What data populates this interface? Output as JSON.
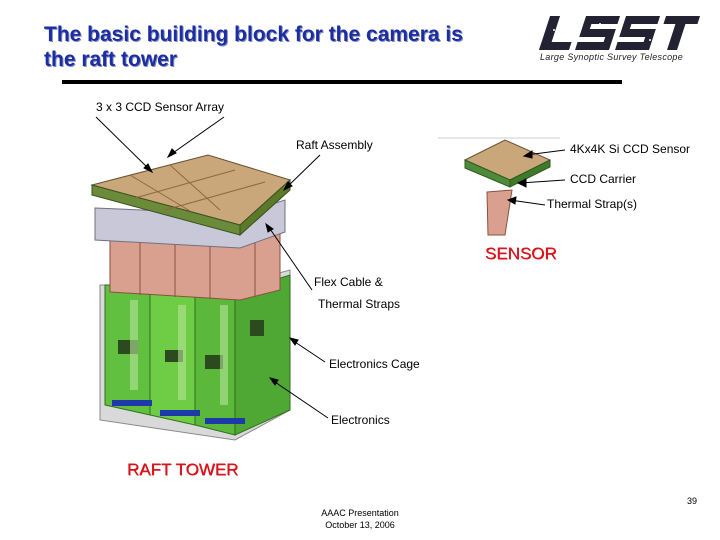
{
  "title": "The basic building block for the camera is the raft tower",
  "logo": {
    "text": "Large Synoptic Survey Telescope",
    "wordmark": "LSST"
  },
  "labels": {
    "ccd_array": "3 x 3 CCD Sensor Array",
    "raft_assembly": "Raft Assembly",
    "ccd_sensor": "4Kx4K Si CCD Sensor",
    "ccd_carrier": "CCD Carrier",
    "thermal_strap": "Thermal Strap(s)",
    "sensor": "SENSOR",
    "flex_cable_1": "Flex Cable &",
    "flex_cable_2": "Thermal Straps",
    "electronics_cage": "Electronics Cage",
    "electronics": "Electronics",
    "raft_tower": "RAFT TOWER"
  },
  "footer": {
    "line1": "AAAC Presentation",
    "line2": "October 13, 2006"
  },
  "page_number": "39",
  "colors": {
    "title": "#1b2da3",
    "accent_red": "#d8141c",
    "sensor_tan": "#c9a77a",
    "board_green": "#5fbf3c",
    "strap_pink": "#d9a090"
  }
}
